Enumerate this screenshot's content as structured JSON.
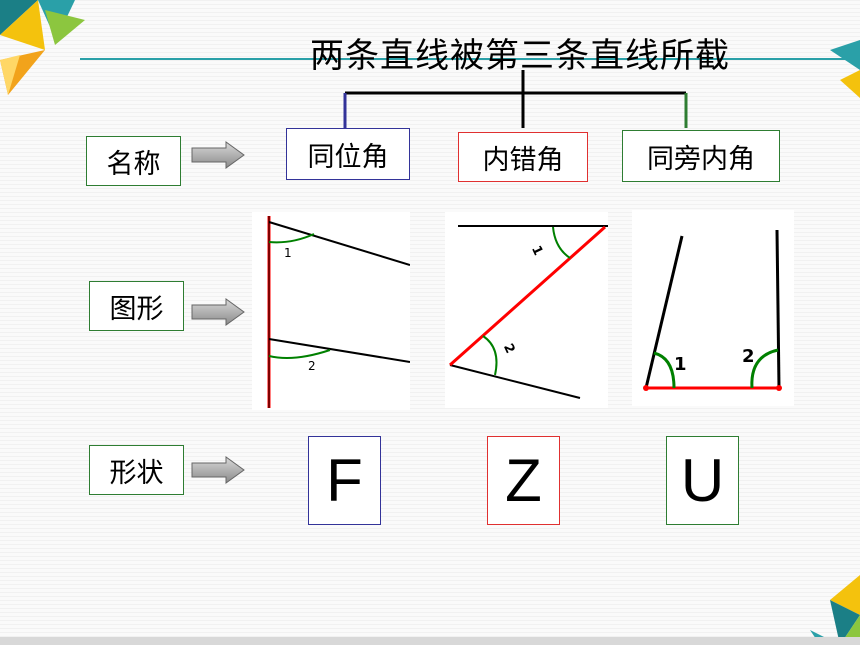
{
  "title": "两条直线被第三条直线所截",
  "rows": {
    "name_label": "名称",
    "figure_label": "图形",
    "shape_label": "形状"
  },
  "angle_types": [
    {
      "name": "同位角",
      "letter": "F",
      "color": "#333399"
    },
    {
      "name": "内错角",
      "letter": "Z",
      "color": "#e03030"
    },
    {
      "name": "同旁内角",
      "letter": "U",
      "color": "#2e7d32"
    }
  ],
  "figure_labels": {
    "f1": "1",
    "f2": "2",
    "z1": "1",
    "z2": "2",
    "u1": "1",
    "u2": "2"
  },
  "colors": {
    "transversal": "#ff0000",
    "arc": "#008000",
    "line": "#000000",
    "row_label_border": "#2e7d32"
  }
}
